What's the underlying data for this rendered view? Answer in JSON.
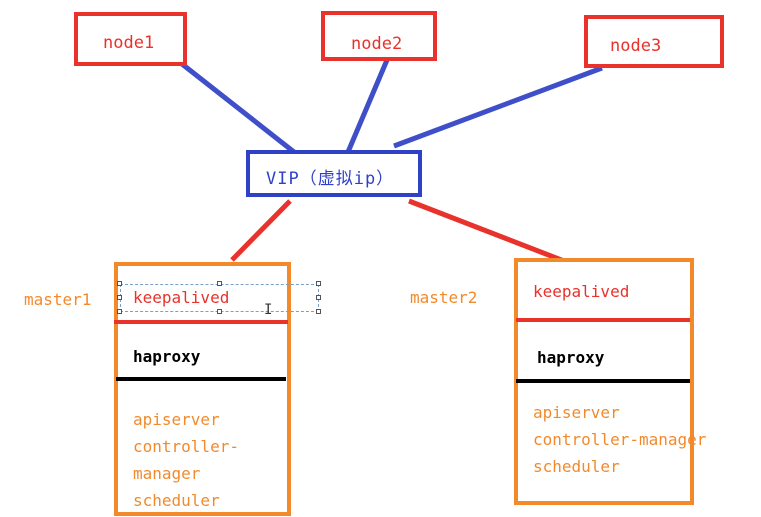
{
  "nodes": [
    {
      "label": "node1"
    },
    {
      "label": "node2"
    },
    {
      "label": "node3"
    }
  ],
  "vip": {
    "label": "VIP（虚拟ip）"
  },
  "masters": [
    {
      "name": "master1",
      "keepalived": "keepalived",
      "haproxy": "haproxy",
      "components": [
        "apiserver",
        "controller-",
        "manager",
        "scheduler"
      ]
    },
    {
      "name": "master2",
      "keepalived": "keepalived",
      "haproxy": "haproxy",
      "components": [
        "apiserver",
        "controller-manager",
        "scheduler"
      ]
    }
  ],
  "colors": {
    "node_border": "#e8322b",
    "vip_border": "#2f41c6",
    "master_border": "#f28a2c",
    "vip_to_node_lines": "#3f4fc9",
    "vip_to_master_lines": "#e8322b"
  }
}
